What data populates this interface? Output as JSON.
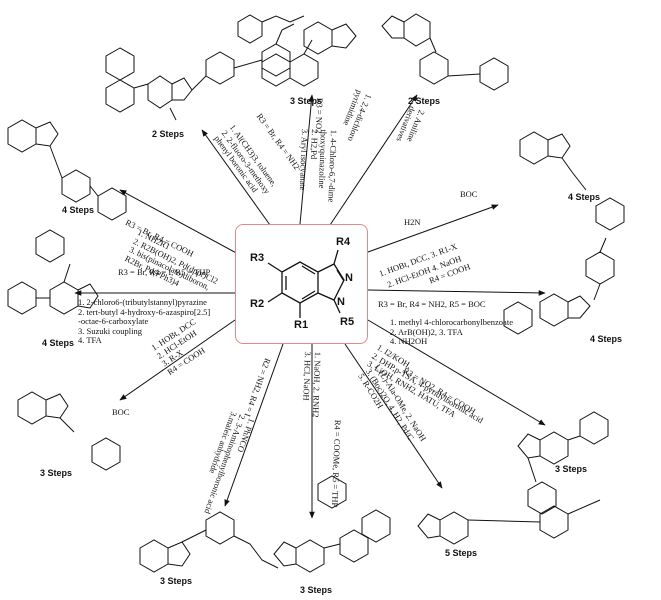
{
  "core": {
    "r3": "R3",
    "r4": "R4",
    "r2": "R2",
    "r1": "R1",
    "r5": "R5",
    "n1": "N",
    "n2": "N"
  },
  "routes": [
    {
      "id": "top-left",
      "steps": "2 Steps",
      "conditions": [
        "1. Al(CH3)3, toluene,",
        "2. 2-fluoro-3-methoxy",
        "phenyl boronic acid"
      ],
      "substituents": "R3 = Br, R4 = NH2"
    },
    {
      "id": "top",
      "steps": "3 Steps",
      "conditions": [
        "1. 4-Chloro-6,7-dime",
        "thoxyquinazoline",
        "2. H2,Pd",
        "3. Aryl isocyanate"
      ],
      "substituents": "R3 = NO2"
    },
    {
      "id": "top-right",
      "steps": "2 Steps",
      "conditions": [
        "1. 2,4-dichloro",
        "pyrimidine",
        "2. Aniline",
        "derivatives"
      ],
      "substituents": ""
    },
    {
      "id": "right-upper",
      "steps": "4 Steps",
      "conditions": [
        "1. HOBt, DCC",
        "2. HCl-EtOH",
        "3. R1-X",
        "4. NaOH",
        "R4 = COOH"
      ],
      "substituents": ""
    },
    {
      "id": "right",
      "steps": "4 Steps",
      "conditions": [
        "1. methyl 4-chlorocarbonylbenzoate",
        "2. ArB(OH)2, 3. TFA",
        "4. NH2OH"
      ],
      "substituents": "R3 = Br, R4 = NH2, R5 = BOC"
    },
    {
      "id": "right-lower",
      "steps": "3 Steps",
      "conditions": [
        "1. I2/KOH,",
        "2. DHP,p-TSA, 4-pyridylboronic acid",
        "3. LiOH, RNH2, HATU, TFA"
      ],
      "substituents": "R3 = NO2, R4 = COOH"
    },
    {
      "id": "bottom-right",
      "steps": "5 Steps",
      "conditions": [
        "1. (L)-Ala-OMe, 2. NaOH",
        "3. (Boc)2O, 4. H2, Pd/C",
        "5. R-CO2H"
      ],
      "substituents": ""
    },
    {
      "id": "bottom",
      "steps": "3 Steps",
      "conditions": [
        "1. NaOH, 2. RNH2",
        "3. HCl, NaOH"
      ],
      "substituents": "R4 = COOMe, R5 = THP"
    },
    {
      "id": "bottom-left",
      "steps": "3 Steps",
      "conditions": [
        "1. PhNCO",
        "2. 3-Aminophenylboronic acid",
        "3.maleic anhydride"
      ],
      "substituents": "R2 = NH2, R4 = I"
    },
    {
      "id": "left-lower",
      "steps": "3 Steps",
      "conditions": [
        "1. HOBt, DCC",
        "2. HCl-EtOH",
        "3. R-X",
        "R4 = COOH"
      ],
      "substituents": ""
    },
    {
      "id": "left",
      "steps": "4 Steps",
      "conditions": [
        "1. 2-chloro6-(tributylstannyl)pyrazine",
        "2. tert-butyl 4-hydroxy-6-azaspiro[2.5]",
        "-octae-6-carboxylate",
        "3. Suzuki coupling",
        "4. TFA"
      ],
      "substituents": "R3 = Br, R4 = I, R5 = THP"
    },
    {
      "id": "left-upper",
      "steps": "4 Steps",
      "conditions": [
        "1. NH2R1",
        "2. R2B(OH)2, Pd(dppf)Cl2",
        "3. bis(pinacolato)diboron,",
        "R2Br, Pd(PPh3)4"
      ],
      "substituents": "R3 = Br, R4 = COOH"
    }
  ],
  "reagents": {
    "boc_amine": "H2N",
    "boc": "BOC",
    "small_r": "R"
  }
}
